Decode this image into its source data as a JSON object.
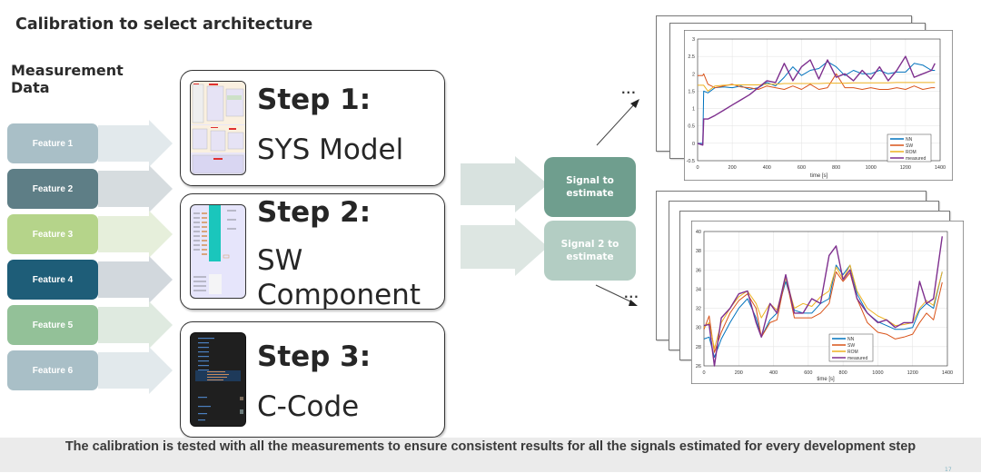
{
  "slide": {
    "title": "Calibration to select architecture",
    "measurement_label": "Measurement Data",
    "footer": "The calibration is tested with all the measurements to ensure consistent results for all the signals estimated for every development step",
    "page_number": "17"
  },
  "features": [
    {
      "label": "Feature 1",
      "color": "#a9bfc7",
      "arrow_color": "#e2e9ec"
    },
    {
      "label": "Feature 2",
      "color": "#5e7e86",
      "arrow_color": "#d6dcdf"
    },
    {
      "label": "Feature 3",
      "color": "#b5d48a",
      "arrow_color": "#e6efdb"
    },
    {
      "label": "Feature 4",
      "color": "#1e5d78",
      "arrow_color": "#d2d8dd"
    },
    {
      "label": "Feature 5",
      "color": "#93c198",
      "arrow_color": "#dfeae0"
    },
    {
      "label": "Feature 6",
      "color": "#a9bfc7",
      "arrow_color": "#e2e9ec"
    }
  ],
  "steps": [
    {
      "title": "Step 1:",
      "name": "SYS Model",
      "thumbnail": "system-model-diagram"
    },
    {
      "title": "Step 2:",
      "name": "SW Component",
      "name_line1": "SW",
      "name_line2": "Component",
      "thumbnail": "software-component-diagram"
    },
    {
      "title": "Step 3:",
      "name": "C-Code",
      "thumbnail": "code-editor"
    }
  ],
  "signals": [
    {
      "label": "Signal to estimate",
      "color": "#6f9e8e"
    },
    {
      "label": "Signal 2 to estimate",
      "color": "#b3cdc3"
    }
  ],
  "ellipsis": "...",
  "chart_data": [
    {
      "type": "line",
      "title": "",
      "xlabel": "time [s]",
      "ylabel": "",
      "xlim": [
        0,
        1400
      ],
      "ylim": [
        -0.5,
        3
      ],
      "xticks": [
        0,
        200,
        400,
        600,
        800,
        1000,
        1200,
        1400
      ],
      "yticks": [
        -0.5,
        0,
        0.5,
        1,
        1.5,
        2,
        2.5,
        3
      ],
      "grid": true,
      "legend": "bottom-right",
      "stacked_copies": 3,
      "x": [
        0,
        30,
        35,
        60,
        100,
        150,
        200,
        250,
        300,
        350,
        400,
        450,
        500,
        550,
        600,
        650,
        700,
        750,
        800,
        850,
        900,
        950,
        1000,
        1050,
        1100,
        1150,
        1200,
        1250,
        1300,
        1350,
        1370
      ],
      "series": [
        {
          "name": "NN",
          "color": "#0072bd",
          "values": [
            0,
            0,
            1.5,
            1.45,
            1.6,
            1.62,
            1.6,
            1.65,
            1.55,
            1.6,
            1.75,
            1.65,
            1.9,
            2.2,
            1.95,
            2.1,
            2.15,
            2.35,
            2.2,
            1.95,
            2.1,
            2.0,
            2.0,
            2.1,
            2.0,
            2.05,
            2.05,
            2.3,
            2.25,
            2.1,
            2.1
          ]
        },
        {
          "name": "SW",
          "color": "#d95319",
          "values": [
            1.95,
            1.95,
            2.0,
            1.7,
            1.6,
            1.65,
            1.7,
            1.62,
            1.6,
            1.55,
            1.65,
            1.6,
            1.55,
            1.65,
            1.55,
            1.7,
            1.55,
            1.6,
            2.0,
            1.6,
            1.6,
            1.55,
            1.6,
            1.55,
            1.55,
            1.6,
            1.55,
            1.65,
            1.55,
            1.6,
            1.6
          ]
        },
        {
          "name": "ROM",
          "color": "#edb120",
          "values": [
            1.67,
            1.67,
            1.67,
            1.5,
            1.65,
            1.67,
            1.68,
            1.68,
            1.68,
            1.68,
            1.7,
            1.7,
            1.72,
            1.72,
            1.72,
            1.72,
            1.72,
            1.73,
            1.73,
            1.73,
            1.74,
            1.74,
            1.74,
            1.74,
            1.74,
            1.75,
            1.75,
            1.75,
            1.75,
            1.75,
            1.75
          ]
        },
        {
          "name": "measured",
          "color": "#7e2f8e",
          "values": [
            0,
            -0.05,
            0.7,
            0.7,
            0.8,
            0.95,
            1.1,
            1.25,
            1.4,
            1.6,
            1.8,
            1.75,
            2.3,
            1.8,
            2.2,
            2.4,
            1.85,
            2.4,
            1.9,
            2.0,
            1.8,
            2.1,
            1.85,
            2.2,
            1.8,
            2.1,
            2.5,
            1.9,
            2.0,
            2.1,
            2.3
          ]
        }
      ]
    },
    {
      "type": "line",
      "title": "",
      "xlabel": "time [s]",
      "ylabel": "",
      "xlim": [
        0,
        1400
      ],
      "ylim": [
        26,
        40
      ],
      "xticks": [
        0,
        200,
        400,
        600,
        800,
        1000,
        1200,
        1400
      ],
      "yticks": [
        26,
        28,
        30,
        32,
        34,
        36,
        38,
        40
      ],
      "grid": true,
      "legend": "bottom-center",
      "stacked_copies": 4,
      "x": [
        0,
        30,
        60,
        100,
        150,
        200,
        250,
        300,
        330,
        380,
        420,
        470,
        520,
        570,
        620,
        670,
        720,
        760,
        800,
        840,
        880,
        940,
        1000,
        1050,
        1100,
        1150,
        1200,
        1240,
        1280,
        1320,
        1370
      ],
      "series": [
        {
          "name": "NN",
          "color": "#0072bd",
          "values": [
            28.8,
            29.0,
            26.9,
            28.8,
            30.5,
            32.0,
            33.0,
            31.0,
            29.0,
            30.8,
            31.5,
            34.8,
            31.8,
            31.5,
            31.5,
            32.5,
            33.0,
            36.5,
            35.5,
            36.5,
            33.5,
            31.5,
            30.6,
            30.2,
            29.8,
            29.8,
            30.0,
            31.8,
            32.5,
            32.0,
            35.8
          ]
        },
        {
          "name": "SW",
          "color": "#d95319",
          "values": [
            29.8,
            31.2,
            27.4,
            29.5,
            31.5,
            32.8,
            33.5,
            32.0,
            29.0,
            30.5,
            30.8,
            35.3,
            31.0,
            31.0,
            31.0,
            31.5,
            32.5,
            35.8,
            34.8,
            35.7,
            33.0,
            30.5,
            29.5,
            29.3,
            28.8,
            29.0,
            29.3,
            30.5,
            31.5,
            30.8,
            34.7
          ]
        },
        {
          "name": "ROM",
          "color": "#edb120",
          "values": [
            30.0,
            30.5,
            27.8,
            30.5,
            32.0,
            33.2,
            33.8,
            32.5,
            31.0,
            32.5,
            31.8,
            35.2,
            32.0,
            32.5,
            32.2,
            33.2,
            33.8,
            36.3,
            35.0,
            36.5,
            33.8,
            32.0,
            31.2,
            30.8,
            30.2,
            30.3,
            30.5,
            32.0,
            32.8,
            32.3,
            35.8
          ]
        },
        {
          "name": "measured",
          "color": "#7e2f8e",
          "values": [
            30.2,
            30.3,
            26.0,
            31.0,
            32.0,
            33.5,
            33.8,
            30.5,
            29.0,
            32.5,
            31.5,
            35.5,
            31.5,
            31.5,
            33.0,
            32.5,
            37.5,
            38.5,
            35.0,
            36.0,
            33.0,
            31.5,
            30.5,
            30.8,
            30.0,
            30.5,
            30.5,
            34.8,
            32.5,
            33.0,
            39.5
          ]
        }
      ]
    }
  ]
}
